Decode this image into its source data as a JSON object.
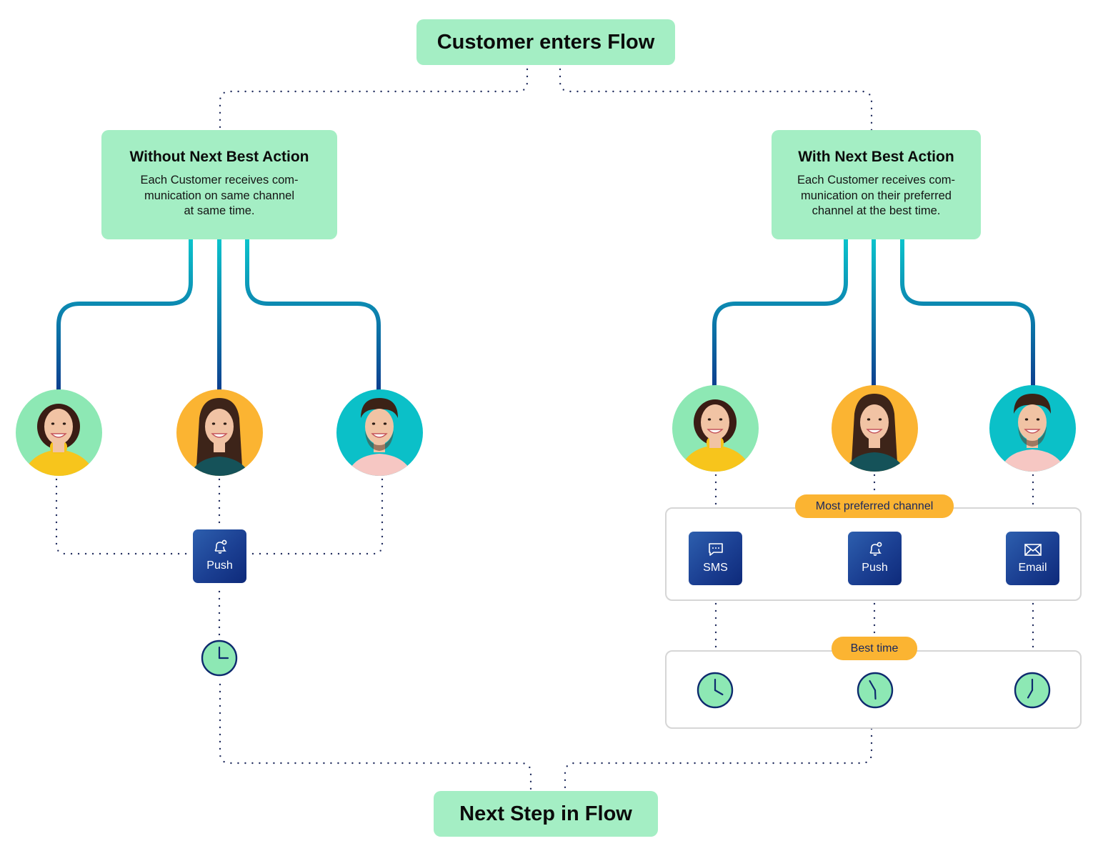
{
  "diagram": {
    "start": {
      "label": "Customer enters Flow"
    },
    "end": {
      "label": "Next Step in Flow"
    },
    "branches": [
      {
        "id": "without",
        "title": "Without Next Best Action",
        "description": "Each Customer receives com-munication on same channel at same time.",
        "description_lines": [
          "Each Customer receives com-",
          "munication on same channel",
          "at same time."
        ],
        "customers": [
          {
            "name": "customer-1",
            "background": "#8de8b4"
          },
          {
            "name": "customer-2",
            "background": "#fbb432"
          },
          {
            "name": "customer-3",
            "background": "#0bc0c8"
          }
        ],
        "channel": {
          "label": "Push",
          "icon": "bell-icon"
        },
        "time": {
          "icon": "clock-icon",
          "hour": 3,
          "minute": 0
        }
      },
      {
        "id": "with",
        "title": "With Next Best Action",
        "description": "Each Customer receives com-munication on their preferred channel at the best time.",
        "description_lines": [
          "Each Customer receives com-",
          "munication on their preferred",
          "channel at the best time."
        ],
        "customers": [
          {
            "name": "customer-1",
            "background": "#8de8b4"
          },
          {
            "name": "customer-2",
            "background": "#fbb432"
          },
          {
            "name": "customer-3",
            "background": "#0bc0c8"
          }
        ],
        "channel_group_label": "Most preferred channel",
        "channels": [
          {
            "label": "SMS",
            "icon": "chat-bubble-icon"
          },
          {
            "label": "Push",
            "icon": "bell-icon"
          },
          {
            "label": "Email",
            "icon": "envelope-icon"
          }
        ],
        "time_group_label": "Best time",
        "times": [
          {
            "icon": "clock-icon",
            "hour": 4,
            "minute": 0
          },
          {
            "icon": "clock-icon",
            "hour": 5,
            "minute": 55
          },
          {
            "icon": "clock-icon",
            "hour": 7,
            "minute": 0
          }
        ]
      }
    ],
    "colors": {
      "box_green": "#a4eec4",
      "connector_top": "#0bc3cc",
      "connector_bottom": "#0d3f8f",
      "dots": "#1e2a5c",
      "channel_blue": "#1b3f92",
      "pill_orange": "#fbb432",
      "clock_face": "#8de8b4",
      "clock_stroke": "#0e2a6e"
    }
  }
}
